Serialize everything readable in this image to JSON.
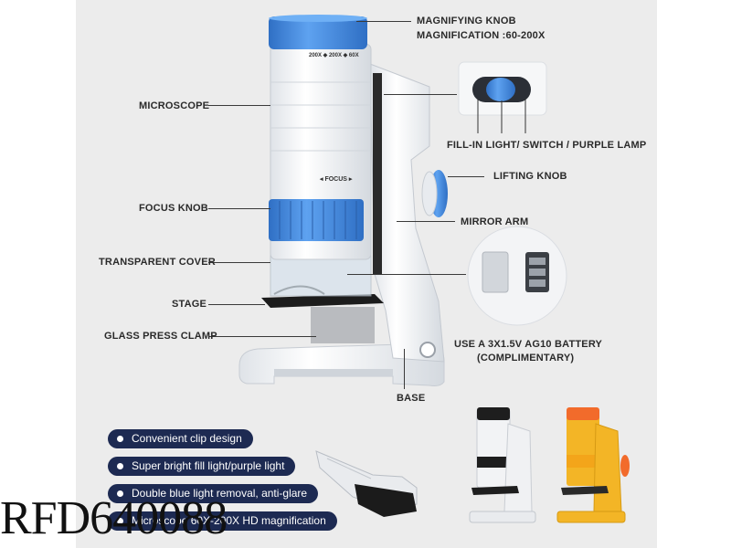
{
  "labels": {
    "magnifying_knob": "MAGNIFYING KNOB",
    "magnification": "MAGNIFICATION :60-200X",
    "microscope": "MICROSCOPE",
    "fill_in_light": "FILL-IN LIGHT/ SWITCH / PURPLE LAMP",
    "lifting_knob": "LIFTING KNOB",
    "focus_knob": "FOCUS KNOB",
    "mirror_arm": "MIRROR ARM",
    "transparent_cover": "TRANSPARENT COVER",
    "stage": "STAGE",
    "glass_press_clamp": "GLASS PRESS CLAMP",
    "battery": "USE A 3X1.5V AG10 BATTERY",
    "complimentary": "(COMPLIMENTARY)",
    "base": "BASE"
  },
  "device_text": {
    "zoom_marking": "200X ◆ 200X ◆ 60X",
    "focus_marking": "◂ FOCUS ▸"
  },
  "features": [
    "Convenient clip design",
    "Super bright fill light/purple light",
    "Double blue light removal, anti-glare",
    "Microscope 60X-200X HD magnification"
  ],
  "watermark": "RFD640088",
  "colors": {
    "accent_blue": "#3f86e0",
    "pill_navy": "#1d2a52",
    "variant_yellow": "#f3b526",
    "variant_orange": "#f26b2b",
    "variant_black": "#1e1e1e"
  }
}
